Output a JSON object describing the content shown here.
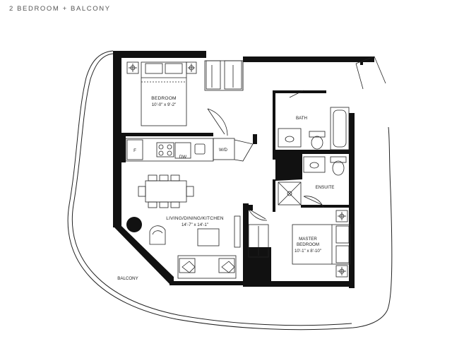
{
  "header": {
    "title": "2 BEDROOM + BALCONY"
  },
  "rooms": {
    "bedroom": {
      "name": "BEDROOM",
      "dims": "10'-0\" x 9'-2\""
    },
    "living": {
      "name": "LIVING/DINING/KITCHEN",
      "dims": "14'-7\" x 14'-1\""
    },
    "master_bedroom": {
      "name_line1": "MASTER",
      "name_line2": "BEDROOM",
      "dims": "10'-1\" x 8'-10\""
    },
    "bath": {
      "name": "BATH"
    },
    "ensuite": {
      "name": "ENSUITE"
    },
    "balcony": {
      "name": "BALCONY"
    }
  },
  "appliances": {
    "fridge": "F",
    "dishwasher": "DW",
    "washer_dryer": "W/D"
  },
  "colors": {
    "wall": "#111111",
    "line": "#222222",
    "background": "#ffffff",
    "header": "#555555"
  }
}
